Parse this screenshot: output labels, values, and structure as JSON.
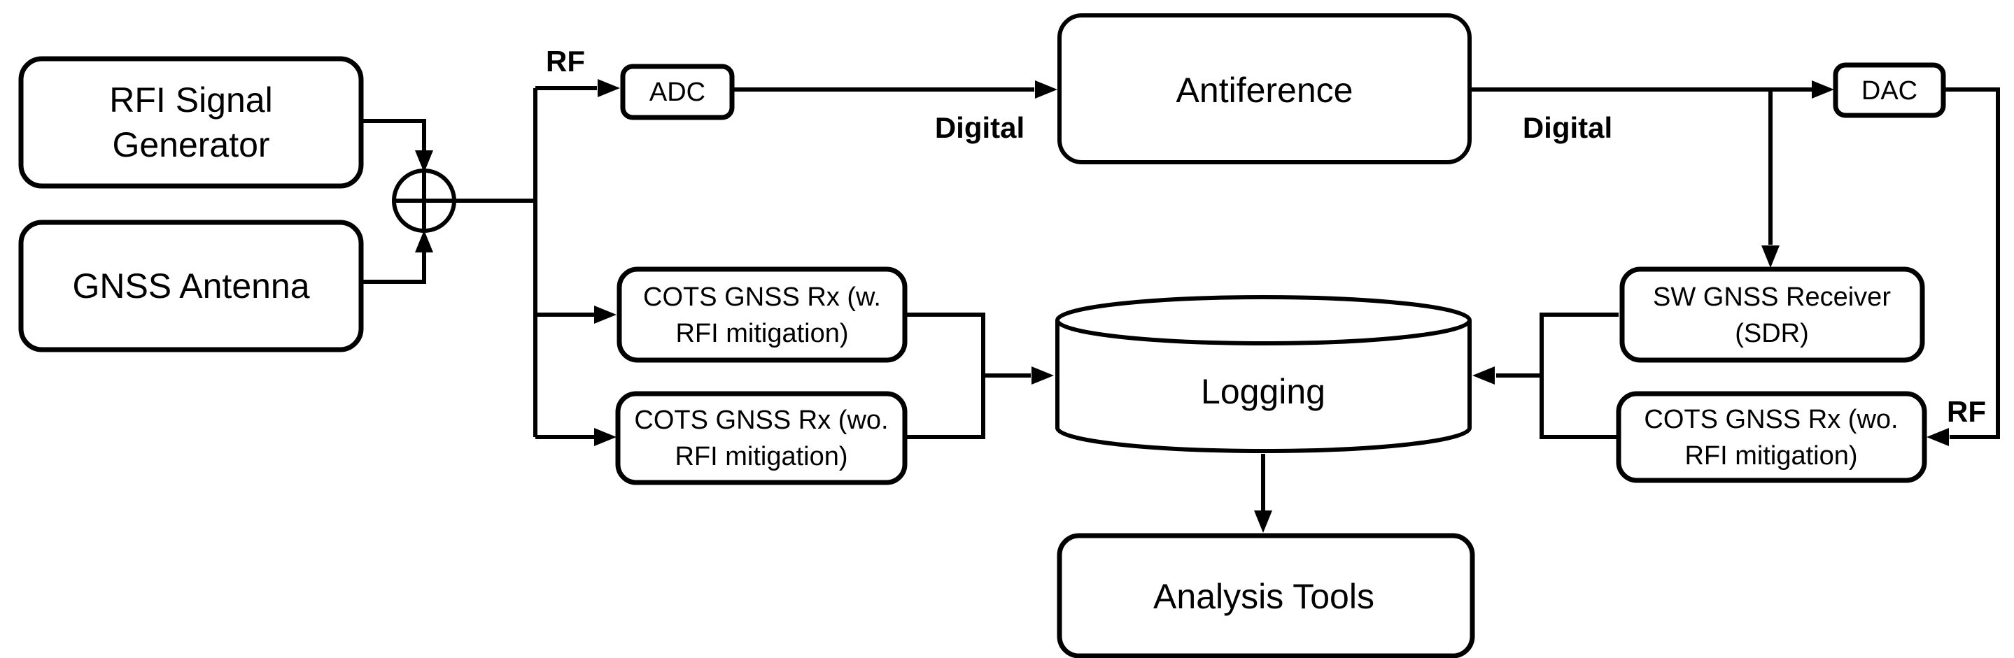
{
  "diagram": {
    "type": "block-diagram",
    "description_visible_only": "GNSS RFI mitigation test bench flow diagram",
    "colors": {
      "background": "#ffffff",
      "stroke": "#000000",
      "box_fill": "#ffffff",
      "signal_label": "#00B050"
    },
    "nodes": {
      "rfi_signal_generator": {
        "line1": "RFI Signal",
        "line2": "Generator"
      },
      "gnss_antenna": {
        "label": "GNSS Antenna"
      },
      "adc": {
        "label": "ADC"
      },
      "antiference": {
        "label": "Antiference"
      },
      "dac": {
        "label": "DAC"
      },
      "cots_gnss_rx_w": {
        "line1": "COTS GNSS Rx (w.",
        "line2": "RFI mitigation)"
      },
      "cots_gnss_rx_wo_left": {
        "line1": "COTS GNSS Rx (wo.",
        "line2": "RFI mitigation)"
      },
      "sw_gnss_receiver": {
        "line1": "SW GNSS Receiver",
        "line2": "(SDR)"
      },
      "cots_gnss_rx_wo_right": {
        "line1": "COTS GNSS Rx (wo.",
        "line2": "RFI mitigation)"
      },
      "logging": {
        "label": "Logging"
      },
      "analysis_tools": {
        "label": "Analysis Tools"
      }
    },
    "signal_labels": {
      "rf_input": "RF",
      "digital_in": "Digital",
      "digital_out": "Digital",
      "rf_output": "RF"
    },
    "junction": {
      "symbol": "plus-in-circle",
      "meaning": "signal-combiner"
    }
  }
}
